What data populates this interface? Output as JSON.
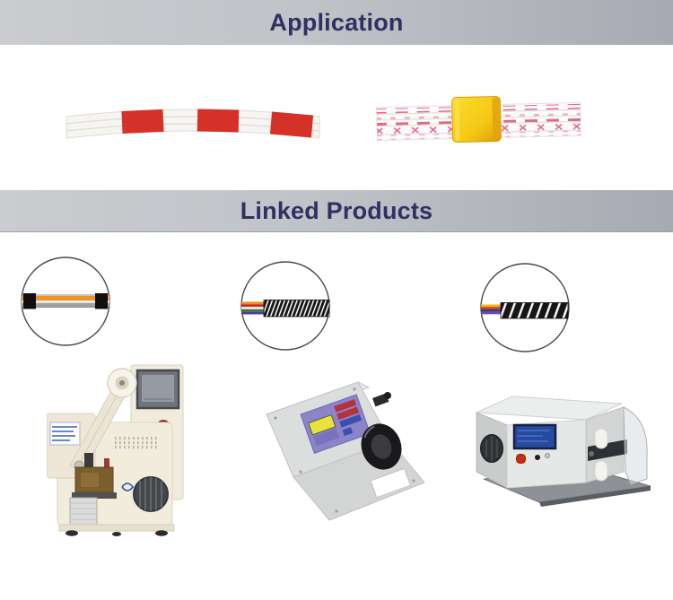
{
  "banners": {
    "application": {
      "label": "Application"
    },
    "linked_products": {
      "label": "Linked Products"
    }
  },
  "application_section": {
    "items": [
      {
        "id": "wire-harness-red-tape",
        "icon": "taped-wire-harness-image"
      },
      {
        "id": "ribbon-cable-yellow-tape",
        "icon": "ribbon-cable-tape-image"
      }
    ]
  },
  "linked_products_section": {
    "wires": [
      {
        "id": "taped-wire-circle"
      },
      {
        "id": "spiral-wrapped-wire-fine-circle"
      },
      {
        "id": "spiral-wrapped-wire-coarse-circle"
      }
    ],
    "machines": [
      {
        "id": "tape-winding-machine-upright"
      },
      {
        "id": "tape-winding-machine-inclined"
      },
      {
        "id": "tape-winding-machine-boxed"
      }
    ]
  },
  "colors": {
    "banner_text": "#2e3162",
    "banner_bg_left": "#cacccf",
    "banner_bg_mid": "#c0c3c8",
    "banner_bg_right": "#a7aab2",
    "tape_red": "#d63129",
    "tape_yellow": "#f5c914",
    "tape_yellow_dark": "#dd9c08",
    "ribbon_pink": "#df6a88",
    "wire_orange": "#f0941f",
    "spiral_black": "#161616",
    "machine_cream": "#f1ebdc",
    "machine_gray": "#dcdedd",
    "panel_purple": "#8b84c8",
    "screen_blue": "#274a9e",
    "alert_red": "#d02a20"
  }
}
